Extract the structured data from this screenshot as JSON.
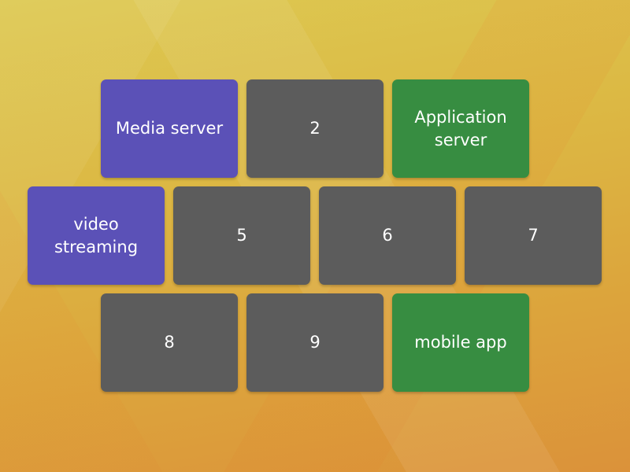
{
  "colors": {
    "purple": "#5b51b7",
    "gray": "#5c5c5c",
    "green": "#378d41",
    "background_top": "#ddc952",
    "background_bottom": "#db923a"
  },
  "tiles": [
    {
      "label": "Media server",
      "color": "purple"
    },
    {
      "label": "2",
      "color": "gray"
    },
    {
      "label": "Application server",
      "color": "green"
    },
    {
      "label": "video streaming",
      "color": "purple"
    },
    {
      "label": "5",
      "color": "gray"
    },
    {
      "label": "6",
      "color": "gray"
    },
    {
      "label": "7",
      "color": "gray"
    },
    {
      "label": "8",
      "color": "gray"
    },
    {
      "label": "9",
      "color": "gray"
    },
    {
      "label": "mobile app",
      "color": "green"
    }
  ]
}
